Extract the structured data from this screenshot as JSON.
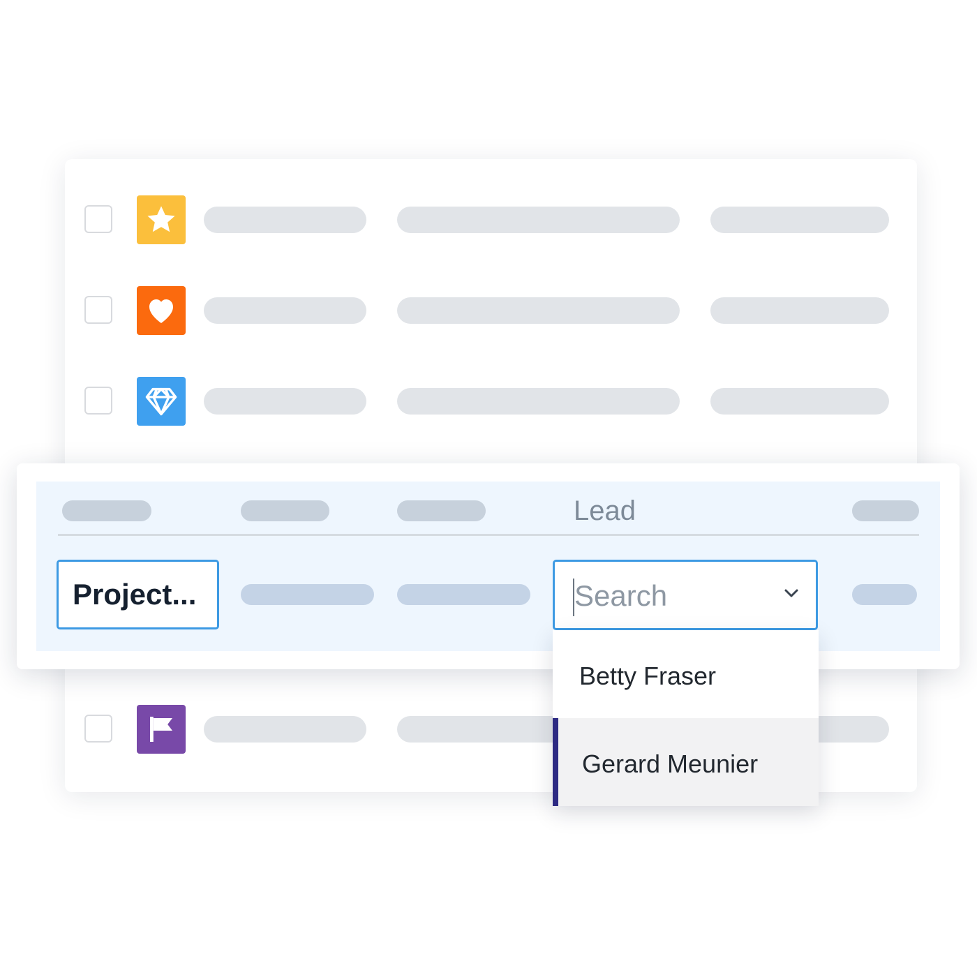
{
  "table": {
    "rows": [
      {
        "icon": "star-icon",
        "icon_color": "#fbbf3c"
      },
      {
        "icon": "heart-icon",
        "icon_color": "#fb6a0e"
      },
      {
        "icon": "diamond-icon",
        "icon_color": "#3fa0ef"
      },
      {
        "icon": "flag-icon",
        "icon_color": "#7849a8"
      }
    ]
  },
  "edit_row": {
    "header_label": "Lead",
    "project_name": "Project...",
    "lead_search": {
      "placeholder": "Search",
      "icon": "chevron-down-icon"
    }
  },
  "lead_dropdown": {
    "options": [
      {
        "label": "Betty Fraser",
        "selected": false
      },
      {
        "label": "Gerard Meunier",
        "selected": true
      }
    ],
    "selection_accent": "#2d2a83"
  },
  "colors": {
    "focus_border": "#3d9ae3",
    "skeleton_bar": "#e1e4e8",
    "panel_background": "#eef6fe"
  }
}
